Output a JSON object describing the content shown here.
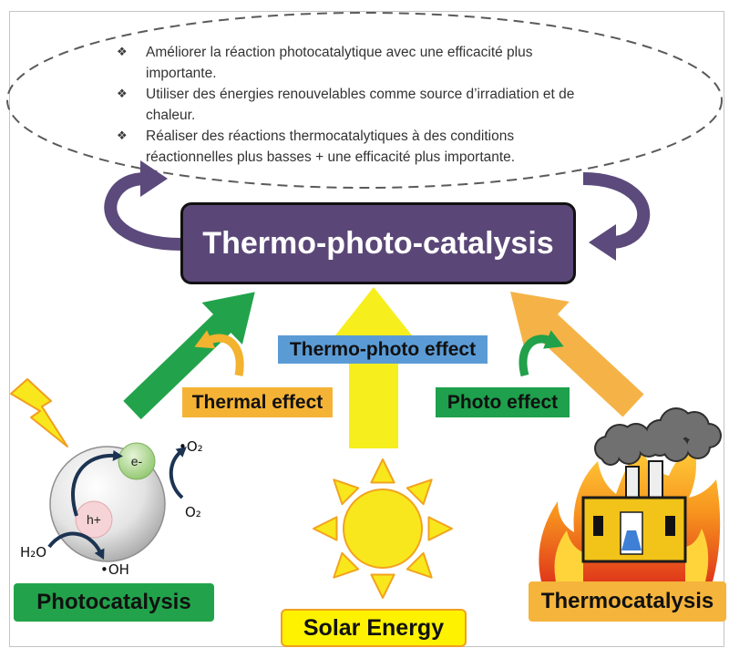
{
  "objectives": {
    "symbol": "❖",
    "items": [
      {
        "lines": [
          "Améliorer la réaction photocatalytique avec une efficacité plus",
          "importante."
        ]
      },
      {
        "lines": [
          "Utiliser des énergies renouvelables comme source d’irradiation et de",
          "chaleur."
        ]
      },
      {
        "lines": [
          "Réaliser des réactions thermocatalytiques à des conditions",
          "réactionnelles plus basses + une efficacité plus importante."
        ]
      }
    ]
  },
  "center": {
    "title": "Thermo-photo-catalysis"
  },
  "effects": {
    "thermo_photo": "Thermo-photo effect",
    "thermal": "Thermal effect",
    "photo": "Photo effect"
  },
  "sources": {
    "photocatalysis": "Photocatalysis",
    "solar_energy": "Solar Energy",
    "thermocatalysis": "Thermocatalysis"
  },
  "photocatalyst": {
    "electron": "e-",
    "hole": "h+",
    "superoxide_radical": "•O₂",
    "oxygen": "O₂",
    "water": "H₂O",
    "hydroxyl_radical": "•OH"
  },
  "icons": {
    "lightning": "lightning-bolt-icon",
    "sun": "sun-icon",
    "factory": "factory-icon",
    "fire": "fire-icon",
    "smoke": "smoke-icon"
  },
  "colors": {
    "center_box": "#5a4777",
    "cycle_arrows": "#5b4a7b",
    "arrow_green": "#22a34b",
    "arrow_yellow": "#f7ee1e",
    "arrow_orange": "#f5b347",
    "thermo_photo_label": "#5b9bd5",
    "thermal_label": "#f5b335",
    "photo_label": "#1ea04c",
    "photocatalysis_box": "#22a34b",
    "solar_box": "#fff200",
    "thermocatalysis_box": "#f5b43c"
  }
}
